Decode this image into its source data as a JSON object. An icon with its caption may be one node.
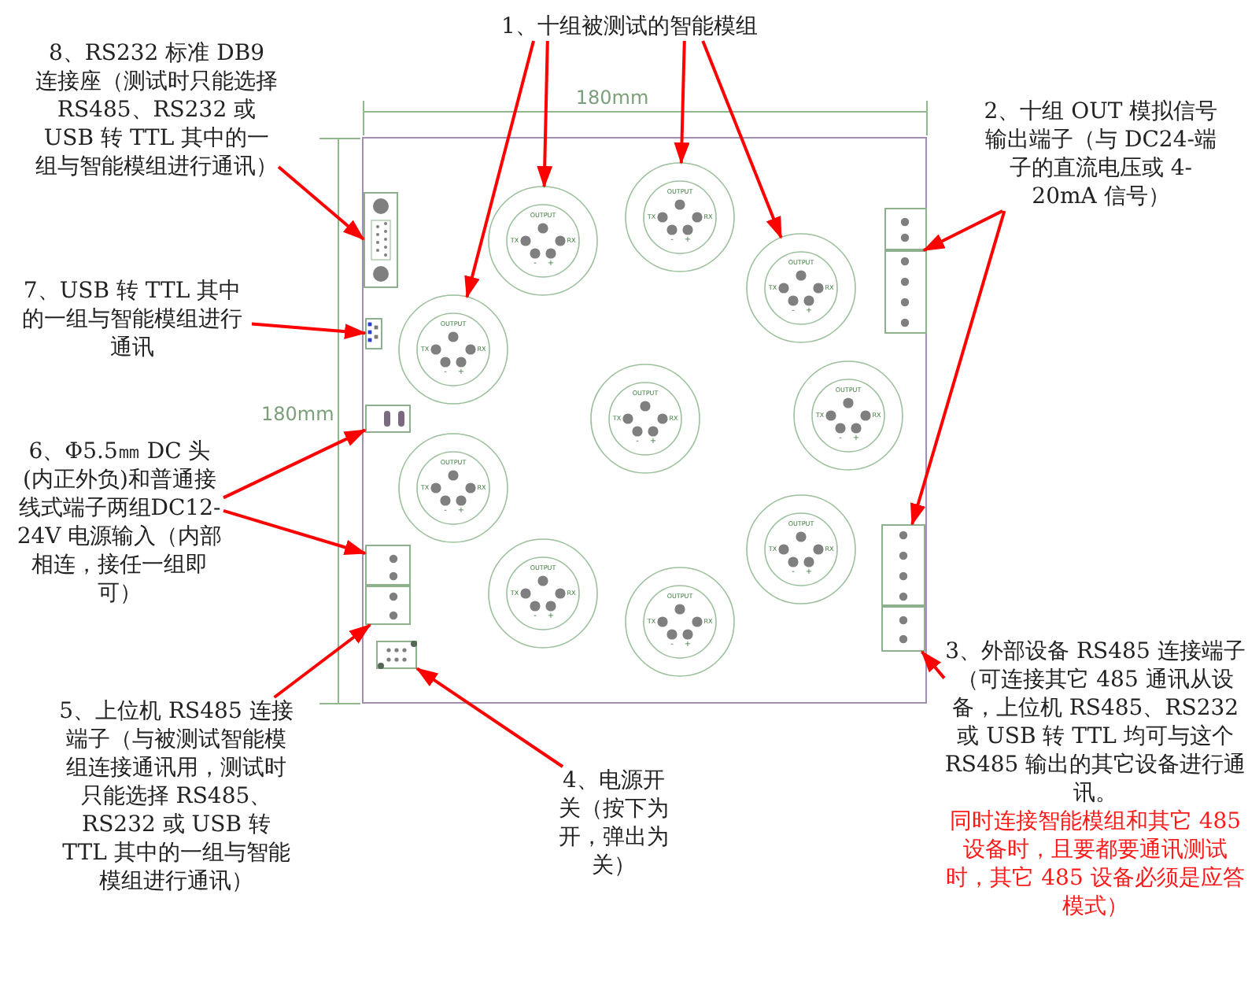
{
  "diagram": {
    "nodes": [
      {
        "text": [
          "1、十组被测试的智能模组"
        ]
      },
      {
        "text": [
          "8、RS232 标准 DB9 连接座（测试时只能选择 RS485、RS232 或 USB 转 TTL 其中的一组与智能模组进行通讯）"
        ]
      },
      {
        "text": [
          "2、十组 OUT 模拟信号输出端子（与 DC24-端子的直流电压或 4-20mA 信号）"
        ]
      },
      {
        "text": [],
        "shape": "box"
      },
      {
        "text": [],
        "shape": "box",
        "in": 3
      },
      {
        "text": [],
        "shape": "box",
        "in": 3
      },
      {
        "text": [
          "OUTPUT",
          "TX",
          "RX",
          "-",
          "+"
        ],
        "in": 3
      },
      {
        "text": [
          "OUTPUT",
          "TX",
          "RX",
          "-",
          "+"
        ],
        "in": 3
      },
      {
        "text": [],
        "shape": "box",
        "in": 3
      },
      {
        "text": [
          "OUTPUT",
          "TX",
          "RX",
          "-",
          "+"
        ],
        "in": 3
      },
      {
        "text": [],
        "shape": "box",
        "in": 3
      },
      {
        "text": [
          "OUTPUT",
          "TX",
          "RX",
          "-",
          "+"
        ],
        "in": 3
      },
      {
        "text": [],
        "shape": "box",
        "in": 3
      },
      {
        "text": [
          "OUTPUT",
          "TX",
          "RX",
          "-",
          "+"
        ],
        "in": 3
      },
      {
        "text": [
          "OUTPUT",
          "TX",
          "RX",
          "-",
          "+"
        ],
        "in": 3
      },
      {
        "text": [
          "OUTPUT",
          "TX",
          "RX",
          "-",
          "+"
        ],
        "in": 3
      },
      {
        "text": [],
        "shape": "box",
        "in": 3
      },
      {
        "text": [],
        "shape": "box",
        "in": 3
      },
      {
        "text": [
          "OUTPUT",
          "TX",
          "RX",
          "-",
          "+"
        ],
        "in": 3
      },
      {
        "text": [],
        "shape": "box",
        "in": 3
      },
      {
        "text": [
          "OUTPUT",
          "TX",
          "RX",
          "-",
          "+"
        ],
        "in": 3
      },
      {
        "text": [],
        "shape": "box",
        "in": 3
      },
      {
        "text": [
          "OUTPUT",
          "TX",
          "RX",
          "-",
          "+"
        ],
        "in": 3
      },
      {
        "text": [],
        "shape": "box",
        "in": 3
      },
      {
        "text": [
          "7、USB 转 TTL 其中的一组与智能模组进行通讯"
        ]
      },
      {
        "text": [
          "6、Φ5.5㎜ DC 头(内正外负)和普通接线式端子两组DC12-24V 电源输入（内部相连，接任一组即可）"
        ]
      },
      {
        "text": [
          "3、外部设备 RS485 连接端子（可连接其它 485 通讯从设备，上位机 RS485、RS232 或 USB 转 TTL 均可与这个 RS485 输出的其它设备进行通讯。",
          "同时连接智能模组和其它 485 设备时，且要都要通讯测试时，其它 485 设备必须是应答模式）"
        ]
      },
      {
        "text": [
          "5、上位机 RS485 连接端子（与被测试智能模组连接通讯用，测试时只能选择 RS485、RS232 或 USB 转 TTL 其中的一组与智能模组进行通讯）"
        ]
      },
      {
        "text": [
          "4、电源开关（按下为开，弹出为关）"
        ]
      }
    ],
    "edges": [
      {
        "from": 0,
        "to": 7,
        "arrow": "to"
      },
      {
        "from": 0,
        "to": 11,
        "arrow": "to"
      },
      {
        "from": 0,
        "to": 6,
        "arrow": "to"
      },
      {
        "from": 0,
        "to": 9,
        "arrow": "to"
      },
      {
        "from": 1,
        "to": 4,
        "arrow": "to"
      },
      {
        "from": 2,
        "to": 8,
        "arrow": "to"
      },
      {
        "from": 2,
        "to": 16,
        "arrow": "to"
      },
      {
        "from": 24,
        "to": 10,
        "arrow": "to"
      },
      {
        "from": 25,
        "to": 12,
        "arrow": "to"
      },
      {
        "from": 25,
        "to": 17,
        "arrow": "to"
      },
      {
        "from": 26,
        "to": 21,
        "arrow": "to"
      },
      {
        "from": 27,
        "to": 19,
        "arrow": "to"
      },
      {
        "from": 28,
        "to": 23,
        "arrow": "to"
      }
    ],
    "labels": [
      "180mm",
      "180mm"
    ]
  }
}
